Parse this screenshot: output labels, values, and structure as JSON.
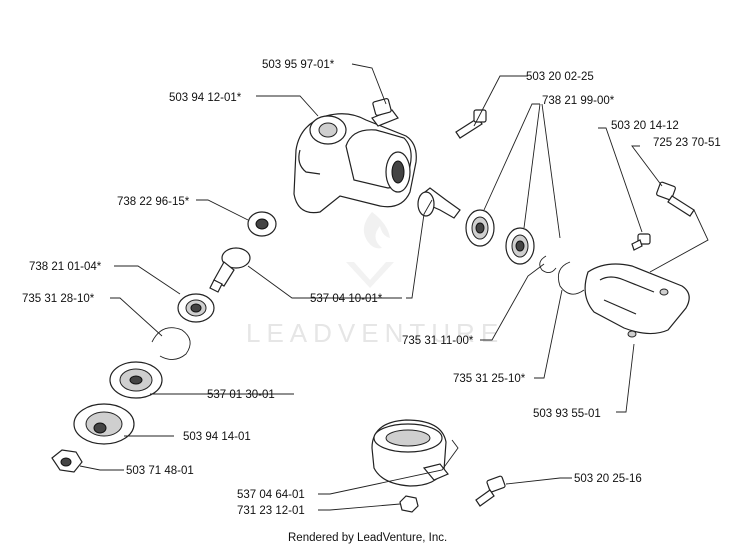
{
  "labels": {
    "p503959701": "503 95 97-01*",
    "p503941201": "503 94 12-01*",
    "p503200225": "503 20 02-25",
    "p738219900": "738 21 99-00*",
    "p503201412": "503 20 14-12",
    "p725237051": "725 23 70-51",
    "p738229615": "738 22 96-15*",
    "p738210104": "738 21 01-04*",
    "p537041001": "537 04 10-01*",
    "p735312810": "735 31 28-10*",
    "p735311100": "735 31 11-00*",
    "p735312510": "735 31 25-10*",
    "p537013001": "537 01 30-01",
    "p503935501": "503 93 55-01",
    "p503941401": "503 94 14-01",
    "p503714801": "503 71 48-01",
    "p503202516": "503 20 25-16",
    "p537046401": "537 04 64-01",
    "p731231201": "731 23 12-01"
  },
  "footer": "Rendered by LeadVenture, Inc.",
  "watermark": "LEADVENTURE"
}
